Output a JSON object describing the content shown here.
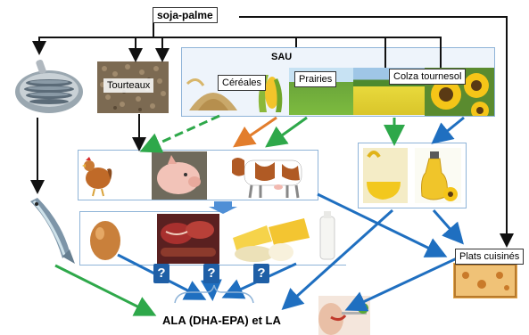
{
  "nodes": {
    "soja_palme": "soja-palme",
    "sau": "SAU",
    "cereales": "Céréales",
    "prairies": "Prairies",
    "colza_tournesol": "Colza tournesol",
    "tourteaux": "Tourteaux",
    "plats_cuisines": "Plats cuisinés",
    "ala": "ALA (DHA-EPA) et  LA",
    "question": "?"
  },
  "icons": {
    "sardine_can": "sardine-can-icon",
    "tourteaux_pellets": "pellets-image",
    "grains": "grain-pile-image",
    "corn": "corn-cob-image",
    "meadow": "meadow-image",
    "rapeseed_field": "rapeseed-field-image",
    "sunflower": "sunflower-image",
    "chicken": "chicken-image",
    "pig": "pig-image",
    "cow": "cow-image",
    "oil_bottles": "oil-bottles-image",
    "fish": "fish-image",
    "egg": "egg-image",
    "meat": "meat-image",
    "cheese": "cheese-milk-image",
    "prepared_dish": "prepared-dish-image",
    "eating_person": "person-eating-image"
  },
  "colors": {
    "arrow_black": "#111111",
    "arrow_blue": "#1f6fc0",
    "arrow_green": "#2ea84a",
    "arrow_orange": "#e27d2c",
    "box_border": "#8fb4d8",
    "question_bg": "#1f5fa6"
  }
}
